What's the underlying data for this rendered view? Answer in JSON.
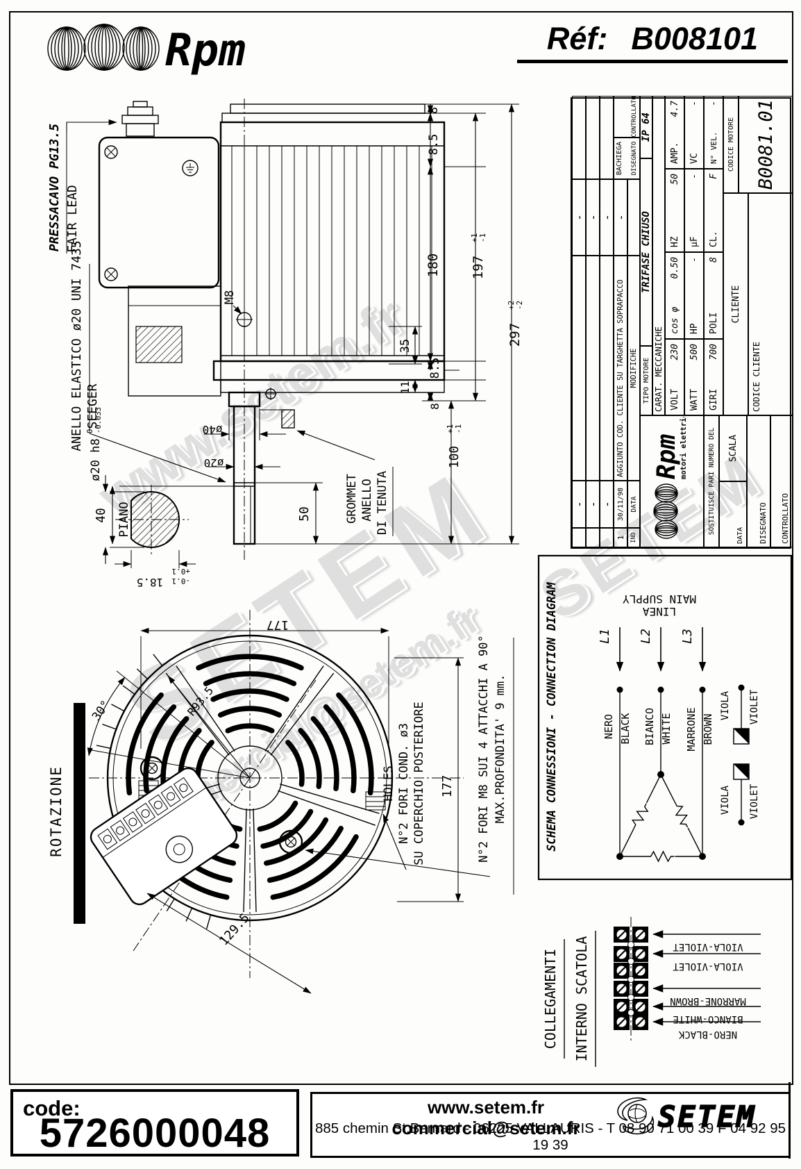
{
  "header": {
    "brand": "Rpm",
    "ref_label": "Réf:",
    "ref_value": "B008101"
  },
  "watermarks": {
    "w1": "www.setem.fr",
    "w2": "SETEM",
    "w3": "commercial@setem.fr",
    "w4": "SETEM"
  },
  "side_view": {
    "pressacavo": "PRESSACAVO PG13.5",
    "fair_lead": "FAIR LEAD",
    "anello": "ANELLO ELASTICO ø20 UNI 7435",
    "seeger": "SEEGER",
    "m8": "M8",
    "piano": "PIANO",
    "grommet": [
      "GROMMET",
      "ANELLO",
      "DI TENUTA"
    ],
    "dims": {
      "top8": "8",
      "top85": "8.5",
      "d180": "180",
      "d197": "197",
      "d197_tp": "+1",
      "d197_tm": "-1",
      "d297": "297",
      "d297_tp": "+2",
      "d297_tm": "-2",
      "d35": "35",
      "mid85": "8.5",
      "d11": "11",
      "bot8": "8",
      "d100": "100",
      "d100_tp": "+1",
      "d100_tm": "-1",
      "d50": "50",
      "d40": "40",
      "dia40": "ø40",
      "dia20": "ø20"
    },
    "detail": {
      "dia": "ø20 h8",
      "tol_top": "0",
      "tol_bot": "-0.033",
      "flat": "18.5",
      "flat_tm": "-0.1",
      "flat_tp": "+0.1"
    }
  },
  "fan_view": {
    "rotazione": "ROTAZIONE",
    "angle30": "30°",
    "d177_top": "177",
    "d177_right": "177",
    "d1295": "129.5",
    "r935": "R93.5",
    "holes1": "HOLES",
    "holes2": "N°2 FORI COND. ø3",
    "holes3": "SU COPERCHIO POSTERIORE",
    "fori1": "N°2 FORI M8 SUI 4 ATTACCHI A 90°",
    "fori2": "MAX.PROFONDITA' 9 mm."
  },
  "title_block": {
    "revisions": [
      {
        "ind": "",
        "date": "-",
        "desc": "",
        "sig": "-"
      },
      {
        "ind": "",
        "date": "-",
        "desc": "",
        "sig": "-"
      },
      {
        "ind": "",
        "date": "-",
        "desc": "",
        "sig": "-"
      },
      {
        "ind": "1",
        "date": "30/11/98",
        "desc": "AGGIUNTO COD. CLIENTE SU TARGHETTA SOPRAPACCO",
        "sig": "-"
      }
    ],
    "ind_label": "IND",
    "data_label": "DATA",
    "modifiche_label": "MODIFICHE",
    "disegnato_label": "DISEGNATO",
    "disegnato_value": "BACHIEGA",
    "controllato_label": "CONTROLLATO",
    "tipo_motore_label": "TIPO MOTORE",
    "tipo_motore_value": "TRIFASE CHIUSO",
    "ip": "IP 64",
    "carat_label": "CARAT. MECCANICHE",
    "specs": {
      "volt_l": "VOLT",
      "volt_v": "230",
      "cosfi_l": "cos φ",
      "cosfi_v": "0.50",
      "hz_l": "HZ",
      "hz_v": "50",
      "amp_l": "AMP.",
      "amp_v": "4.7",
      "watt_l": "WATT",
      "watt_v": "500",
      "hp_l": "HP",
      "hp_v": "-",
      "uf_l": "µF",
      "uf_v": "-",
      "vc_l": "VC",
      "vc_v": "-",
      "giri_l": "GIRI",
      "giri_v": "700",
      "poli_l": "POLI",
      "poli_v": "8",
      "cl_l": "CL.",
      "cl_v": "F",
      "nvel_l": "N° VEL.",
      "nvel_v": "-"
    },
    "logo_brand": "Rpm",
    "logo_sub": "motori elettrici",
    "sostituisce": "SOSTITUISCE PARI NUMERO DEL",
    "data2_label": "DATA",
    "scala_label": "SCALA",
    "disegnato2_label": "DISEGNATO",
    "controllato2_label": "CONTROLLATO",
    "cliente_label": "CLIENTE",
    "codice_cliente_label": "CODICE CLIENTE",
    "codice_motore_label": "CODICE MOTORE",
    "codice_motore_value": "B0081.01"
  },
  "schema": {
    "title": "SCHEMA CONNESSIONI - CONNECTION DIAGRAM",
    "linea": "LINEA",
    "main_supply": "MAIN SUPPLY",
    "l1": "L1",
    "l2": "L2",
    "l3": "L3",
    "nero": "NERO",
    "black": "BLACK",
    "bianco": "BIANCO",
    "white": "WHITE",
    "marrone": "MARRONE",
    "brown": "BROWN",
    "viola": "VIOLA",
    "violet": "VIOLET"
  },
  "collegamenti": {
    "title1": "COLLEGAMENTI",
    "title2": "INTERNO SCATOLA",
    "wire1": "VIOLA-VIOLET",
    "wire2": "VIOLA-VIOLET",
    "wire3": "MARRONE-BROWN",
    "wire4": "BIANCO-WHITE",
    "wire5": "NERO-BLACK"
  },
  "footer": {
    "code_label": "code:",
    "code_value": "5726000048",
    "web": "www.setem.fr",
    "email": "commercial@setem.fr",
    "brand": "SETEM",
    "address": "885 chemin St.Bernard  -  06225 VALLAURIS  -  T 08 90 71 00 39   F 04 92 95 19 39"
  }
}
